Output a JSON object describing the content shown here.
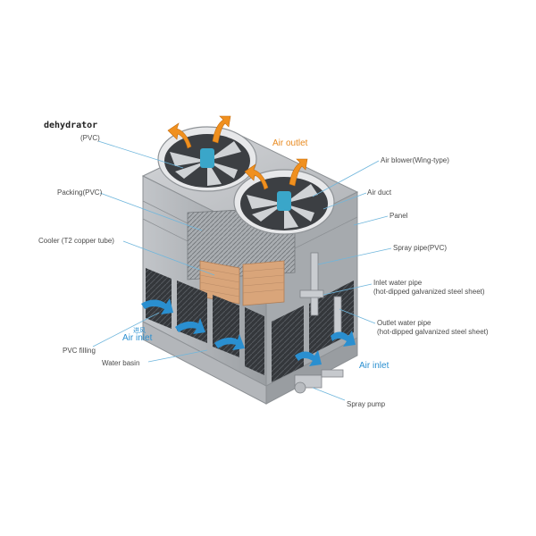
{
  "labels": {
    "dehydrator": "dehydrator",
    "dehydrator_sub": "(PVC)",
    "air_outlet": "Air outlet",
    "air_blower": "Air blower(Wing-type)",
    "air_duct": "Air duct",
    "panel": "Panel",
    "packing": "Packing(PVC)",
    "cooler": "Cooler (T2 copper tube)",
    "spray_pipe": "Spray pipe(PVC)",
    "inlet_pipe": "Inlet water pipe",
    "inlet_pipe_sub": "(hot-dipped galvanized steel sheet)",
    "outlet_pipe": "Outlet water pipe",
    "outlet_pipe_sub": "(hot-dipped galvanized steel sheet)",
    "air_inlet_cn": "进风",
    "air_inlet_left": "Air inlet",
    "air_inlet_right": "Air inlet",
    "pvc_filling": "PVC filling",
    "water_basin": "Water basin",
    "spray_pump": "Spray pump"
  },
  "colors": {
    "casing": "#b9bcc0",
    "casing_dark": "#8e9296",
    "louver": "#2f3236",
    "copper": "#d9a57a",
    "fan_hub": "#3aa6c9",
    "arrow_orange": "#f0901f",
    "arrow_blue": "#2a8fd0",
    "leader": "#6fb6dc"
  }
}
